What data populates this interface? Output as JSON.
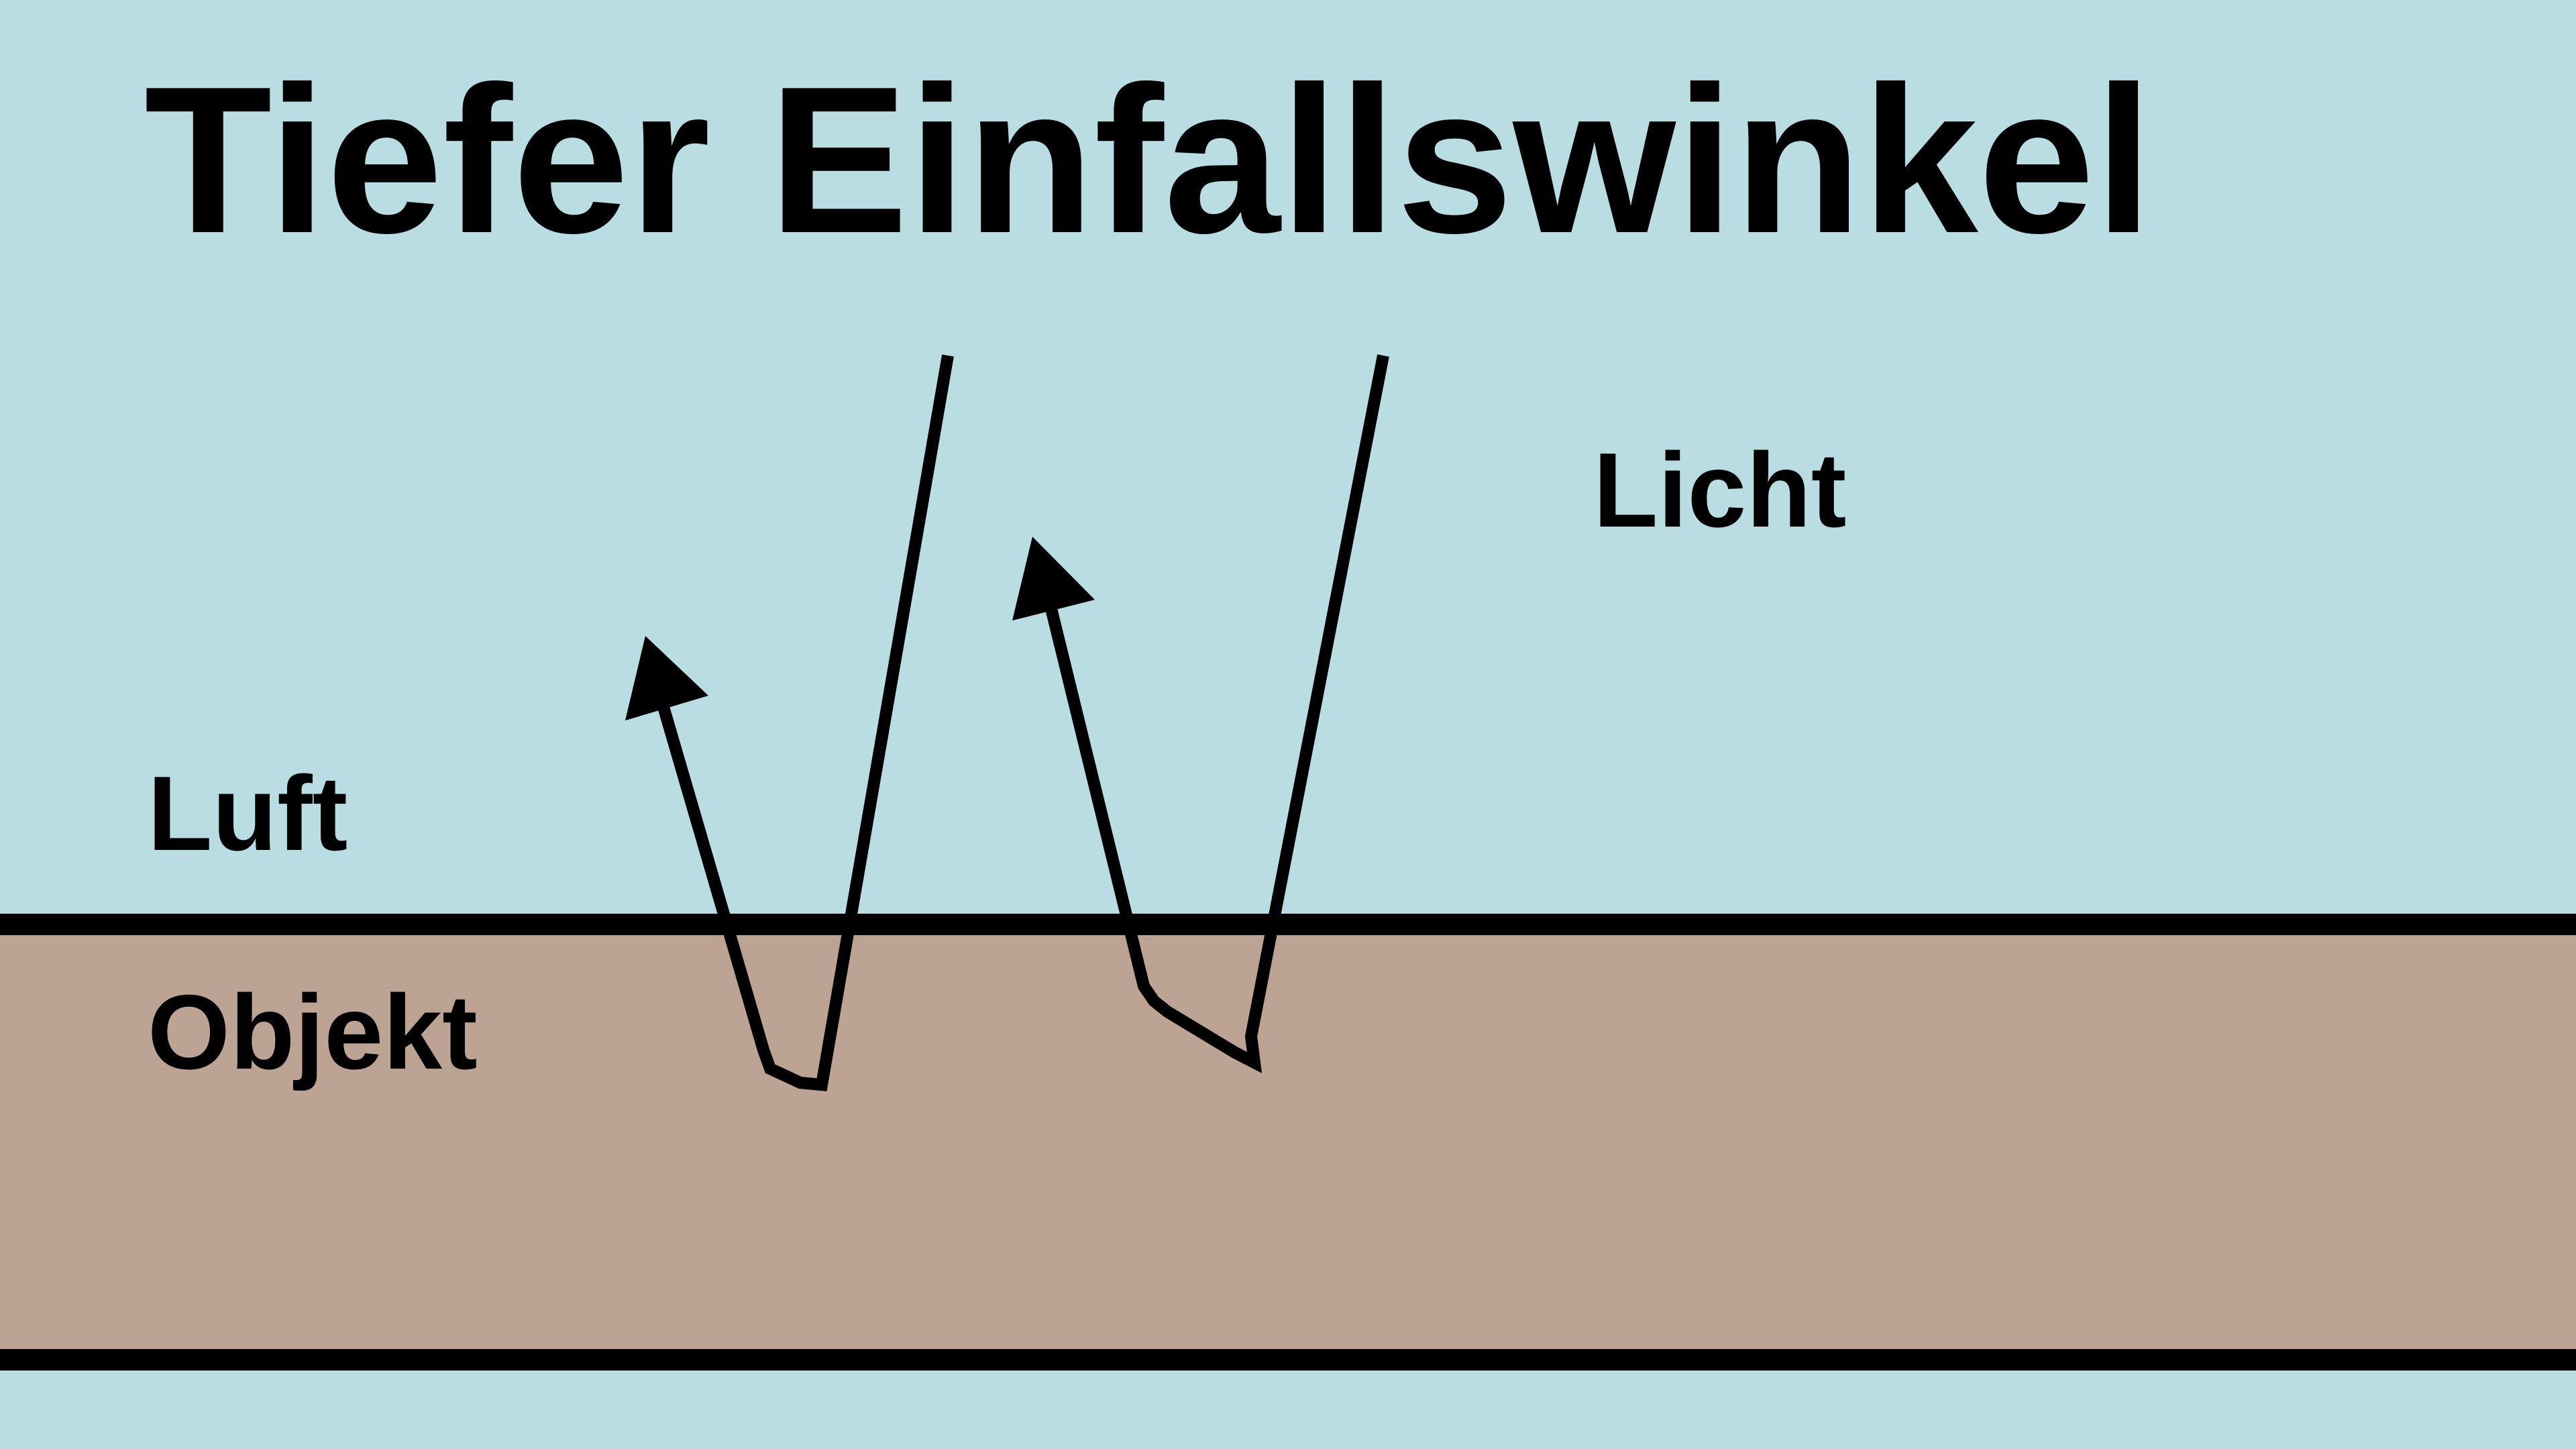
{
  "title": "Tiefer Einfallswinkel",
  "labels": {
    "light": "Licht",
    "air": "Luft",
    "object": "Objekt"
  },
  "colors": {
    "air": "#badde3",
    "object": "#bca394",
    "line": "#000000"
  }
}
